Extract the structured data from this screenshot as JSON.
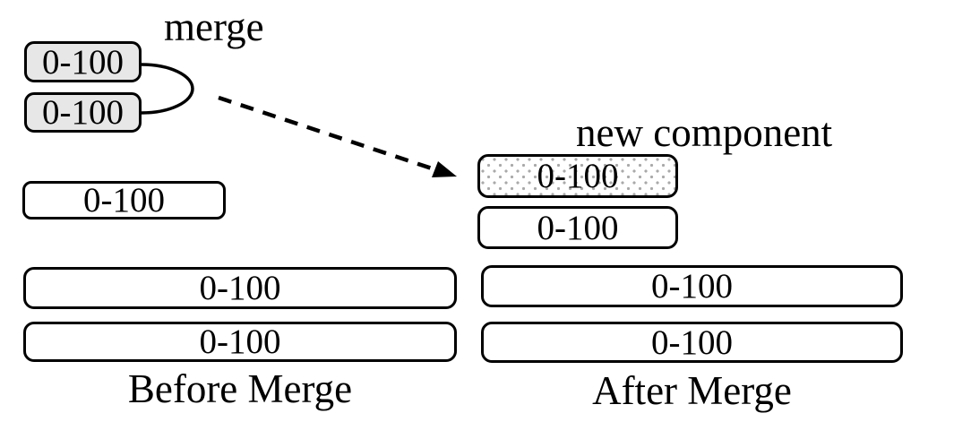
{
  "labels": {
    "merge": "merge",
    "new_component": "new component"
  },
  "before": {
    "caption": "Before Merge",
    "merging_components": [
      "0-100",
      "0-100"
    ],
    "mid_component": "0-100",
    "wide_components": [
      "0-100",
      "0-100"
    ]
  },
  "after": {
    "caption": "After Merge",
    "new_component": "0-100",
    "mid_component": "0-100",
    "wide_components": [
      "0-100",
      "0-100"
    ]
  },
  "colors": {
    "border": "#000000",
    "gray_fill": "#e7e7e7",
    "stipple_dot": "#a9a9a9",
    "background": "#ffffff"
  }
}
